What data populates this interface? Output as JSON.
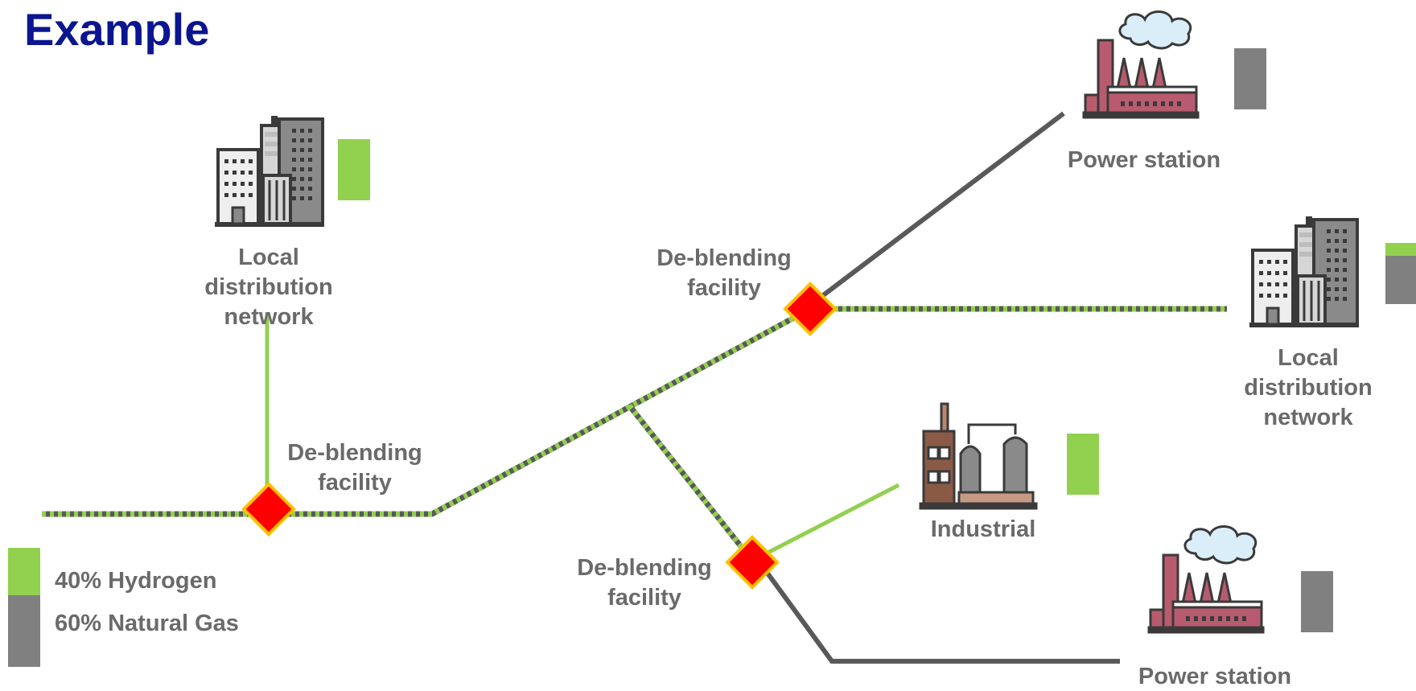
{
  "title": "Example",
  "colors": {
    "hydrogen": "#92d050",
    "natural_gas": "#808080",
    "pipe_dark": "#595959",
    "node_fill": "#ff0000",
    "node_border": "#ffc000",
    "title": "#0b1590",
    "label": "#6a6a6a"
  },
  "legend": {
    "hydrogen_label": "40% Hydrogen",
    "gas_label": "60% Natural Gas",
    "hydrogen_fraction": 0.4,
    "gas_fraction": 0.6
  },
  "facilities": {
    "ldn_top": [
      "Local",
      "distribution",
      "network"
    ],
    "ldn_right": [
      "Local",
      "distribution",
      "network"
    ],
    "power_top": "Power station",
    "power_bottom": "Power station",
    "industrial": "Industrial"
  },
  "deblending": {
    "left": [
      "De-blending",
      "facility"
    ],
    "top": [
      "De-blending",
      "facility"
    ],
    "bottom": [
      "De-blending",
      "facility"
    ]
  },
  "icons": [
    "office-building-icon",
    "power-station-icon",
    "industrial-plant-icon"
  ]
}
